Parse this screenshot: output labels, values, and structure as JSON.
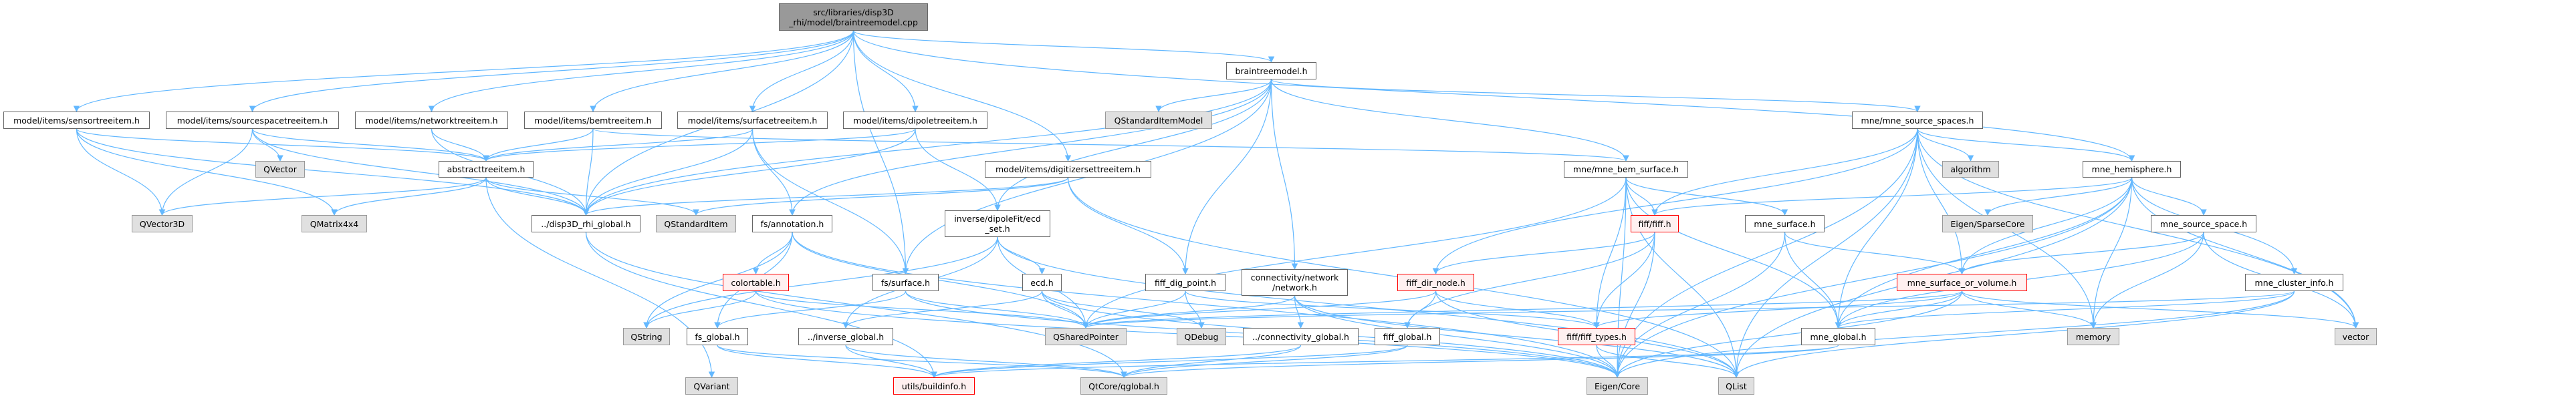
{
  "title": "src/libraries/disp3D_rhi/model/braintreemodel.cpp",
  "colors": {
    "edge": "#63b8ff",
    "root_fill": "#999999",
    "external_fill": "#e0e0e0",
    "truncated_border": "#ff0000",
    "truncated_fill": "#fff0f0"
  },
  "nodes": [
    {
      "id": "root",
      "label": "src/libraries/disp3D\n_rhi/model/braintreemodel.cpp",
      "kind": "root"
    },
    {
      "id": "sensor",
      "label": "model/items/sensortreeitem.h",
      "kind": "normal"
    },
    {
      "id": "sourcespace",
      "label": "model/items/sourcespacetreeitem.h",
      "kind": "normal"
    },
    {
      "id": "network",
      "label": "model/items/networktreeitem.h",
      "kind": "normal"
    },
    {
      "id": "bem",
      "label": "model/items/bemtreeitem.h",
      "kind": "normal"
    },
    {
      "id": "surface",
      "label": "model/items/surfacetreeitem.h",
      "kind": "normal"
    },
    {
      "id": "dipole",
      "label": "model/items/dipoletreeitem.h",
      "kind": "normal"
    },
    {
      "id": "qsim",
      "label": "QStandardItemModel",
      "kind": "external"
    },
    {
      "id": "btm",
      "label": "braintreemodel.h",
      "kind": "normal"
    },
    {
      "id": "mss",
      "label": "mne/mne_source_spaces.h",
      "kind": "normal"
    },
    {
      "id": "abstract",
      "label": "abstracttreeitem.h",
      "kind": "normal"
    },
    {
      "id": "qvector",
      "label": "QVector",
      "kind": "external"
    },
    {
      "id": "digitizer",
      "label": "model/items/digitizersettreeitem.h",
      "kind": "normal"
    },
    {
      "id": "mbs",
      "label": "mne/mne_bem_surface.h",
      "kind": "normal"
    },
    {
      "id": "algorithm",
      "label": "algorithm",
      "kind": "external"
    },
    {
      "id": "hemi",
      "label": "mne_hemisphere.h",
      "kind": "normal"
    },
    {
      "id": "qvector3d",
      "label": "QVector3D",
      "kind": "external"
    },
    {
      "id": "qmatrix",
      "label": "QMatrix4x4",
      "kind": "external"
    },
    {
      "id": "d3global",
      "label": "../disp3D_rhi_global.h",
      "kind": "normal"
    },
    {
      "id": "qstditem",
      "label": "QStandardItem",
      "kind": "external"
    },
    {
      "id": "annot",
      "label": "fs/annotation.h",
      "kind": "normal"
    },
    {
      "id": "ecdset",
      "label": "inverse/dipoleFit/ecd\n_set.h",
      "kind": "normal"
    },
    {
      "id": "fiff",
      "label": "fiff/fiff.h",
      "kind": "truncated"
    },
    {
      "id": "mnesurf",
      "label": "mne_surface.h",
      "kind": "normal"
    },
    {
      "id": "sparse",
      "label": "Eigen/SparseCore",
      "kind": "external"
    },
    {
      "id": "msspace",
      "label": "mne_source_space.h",
      "kind": "normal"
    },
    {
      "id": "colortable",
      "label": "colortable.h",
      "kind": "truncated"
    },
    {
      "id": "fssurface",
      "label": "fs/surface.h",
      "kind": "normal"
    },
    {
      "id": "ecd",
      "label": "ecd.h",
      "kind": "normal"
    },
    {
      "id": "digpoint",
      "label": "fiff_dig_point.h",
      "kind": "normal"
    },
    {
      "id": "connnet",
      "label": "connectivity/network\n/network.h",
      "kind": "normal"
    },
    {
      "id": "dirnode",
      "label": "fiff_dir_node.h",
      "kind": "truncated"
    },
    {
      "id": "msov",
      "label": "mne_surface_or_volume.h",
      "kind": "truncated"
    },
    {
      "id": "cluster",
      "label": "mne_cluster_info.h",
      "kind": "normal"
    },
    {
      "id": "qstring",
      "label": "QString",
      "kind": "external"
    },
    {
      "id": "fsglobal",
      "label": "fs_global.h",
      "kind": "normal"
    },
    {
      "id": "invglobal",
      "label": "../inverse_global.h",
      "kind": "normal"
    },
    {
      "id": "qshared",
      "label": "QSharedPointer",
      "kind": "external"
    },
    {
      "id": "qdebug",
      "label": "QDebug",
      "kind": "external"
    },
    {
      "id": "connglobal",
      "label": "../connectivity_global.h",
      "kind": "normal"
    },
    {
      "id": "fiffglobal",
      "label": "fiff_global.h",
      "kind": "normal"
    },
    {
      "id": "fifftypes",
      "label": "fiff/fiff_types.h",
      "kind": "truncated"
    },
    {
      "id": "mneglobal",
      "label": "mne_global.h",
      "kind": "normal"
    },
    {
      "id": "memory",
      "label": "memory",
      "kind": "external"
    },
    {
      "id": "vector",
      "label": "vector",
      "kind": "external"
    },
    {
      "id": "qvariant",
      "label": "QVariant",
      "kind": "external"
    },
    {
      "id": "buildinfo",
      "label": "utils/buildinfo.h",
      "kind": "truncated"
    },
    {
      "id": "qglobal",
      "label": "QtCore/qglobal.h",
      "kind": "external"
    },
    {
      "id": "eigencore",
      "label": "Eigen/Core",
      "kind": "external"
    },
    {
      "id": "qlist",
      "label": "QList",
      "kind": "external"
    }
  ],
  "edges": [
    [
      "root",
      "sensor"
    ],
    [
      "root",
      "sourcespace"
    ],
    [
      "root",
      "network"
    ],
    [
      "root",
      "bem"
    ],
    [
      "root",
      "surface"
    ],
    [
      "root",
      "dipole"
    ],
    [
      "root",
      "digitizer"
    ],
    [
      "root",
      "btm"
    ],
    [
      "root",
      "hemi"
    ],
    [
      "root",
      "fssurface"
    ],
    [
      "root",
      "d3global"
    ],
    [
      "sensor",
      "qvector3d"
    ],
    [
      "sensor",
      "qmatrix"
    ],
    [
      "sensor",
      "abstract"
    ],
    [
      "sensor",
      "d3global"
    ],
    [
      "sourcespace",
      "qvector3d"
    ],
    [
      "sourcespace",
      "qvector"
    ],
    [
      "sourcespace",
      "abstract"
    ],
    [
      "sourcespace",
      "d3global"
    ],
    [
      "network",
      "abstract"
    ],
    [
      "network",
      "d3global"
    ],
    [
      "bem",
      "abstract"
    ],
    [
      "bem",
      "d3global"
    ],
    [
      "bem",
      "mbs"
    ],
    [
      "surface",
      "abstract"
    ],
    [
      "surface",
      "d3global"
    ],
    [
      "surface",
      "annot"
    ],
    [
      "surface",
      "fssurface"
    ],
    [
      "dipole",
      "abstract"
    ],
    [
      "dipole",
      "d3global"
    ],
    [
      "dipole",
      "ecdset"
    ],
    [
      "digitizer",
      "d3global"
    ],
    [
      "digitizer",
      "qstditem"
    ],
    [
      "digitizer",
      "digpoint"
    ],
    [
      "digitizer",
      "qlist"
    ],
    [
      "abstract",
      "qvector3d"
    ],
    [
      "abstract",
      "qmatrix"
    ],
    [
      "abstract",
      "d3global"
    ],
    [
      "abstract",
      "qstditem"
    ],
    [
      "abstract",
      "qvariant"
    ],
    [
      "d3global",
      "buildinfo"
    ],
    [
      "d3global",
      "qglobal"
    ],
    [
      "btm",
      "qsim"
    ],
    [
      "btm",
      "d3global"
    ],
    [
      "btm",
      "annot"
    ],
    [
      "btm",
      "ecdset"
    ],
    [
      "btm",
      "fssurface"
    ],
    [
      "btm",
      "digpoint"
    ],
    [
      "btm",
      "connnet"
    ],
    [
      "btm",
      "mbs"
    ],
    [
      "btm",
      "mss"
    ],
    [
      "annot",
      "qstring"
    ],
    [
      "annot",
      "colortable"
    ],
    [
      "annot",
      "fsglobal"
    ],
    [
      "annot",
      "qshared"
    ],
    [
      "annot",
      "eigencore"
    ],
    [
      "colortable",
      "qstring"
    ],
    [
      "colortable",
      "qshared"
    ],
    [
      "colortable",
      "eigencore"
    ],
    [
      "fssurface",
      "fsglobal"
    ],
    [
      "fssurface",
      "qshared"
    ],
    [
      "fssurface",
      "eigencore"
    ],
    [
      "ecdset",
      "ecd"
    ],
    [
      "ecdset",
      "qshared"
    ],
    [
      "ecdset",
      "invglobal"
    ],
    [
      "ecdset",
      "qstring"
    ],
    [
      "ecdset",
      "qlist"
    ],
    [
      "ecd",
      "invglobal"
    ],
    [
      "ecd",
      "qshared"
    ],
    [
      "ecd",
      "qdebug"
    ],
    [
      "ecd",
      "eigencore"
    ],
    [
      "digpoint",
      "qshared"
    ],
    [
      "digpoint",
      "qdebug"
    ],
    [
      "digpoint",
      "fifftypes"
    ],
    [
      "fsglobal",
      "buildinfo"
    ],
    [
      "fsglobal",
      "qglobal"
    ],
    [
      "invglobal",
      "buildinfo"
    ],
    [
      "invglobal",
      "qglobal"
    ],
    [
      "connnet",
      "connglobal"
    ],
    [
      "connnet",
      "qshared"
    ],
    [
      "connnet",
      "eigencore"
    ],
    [
      "connnet",
      "qlist"
    ],
    [
      "connglobal",
      "buildinfo"
    ],
    [
      "connglobal",
      "qglobal"
    ],
    [
      "mbs",
      "fiff"
    ],
    [
      "mbs",
      "mnesurf"
    ],
    [
      "mbs",
      "mneglobal"
    ],
    [
      "mbs",
      "eigencore"
    ],
    [
      "mbs",
      "qlist"
    ],
    [
      "mbs",
      "fifftypes"
    ],
    [
      "mbs",
      "qshared"
    ],
    [
      "fiff",
      "dirnode"
    ],
    [
      "fiff",
      "fiffglobal"
    ],
    [
      "fiff",
      "fifftypes"
    ],
    [
      "fiff",
      "eigencore"
    ],
    [
      "dirnode",
      "fifftypes"
    ],
    [
      "dirnode",
      "fiffglobal"
    ],
    [
      "dirnode",
      "qshared"
    ],
    [
      "dirnode",
      "qlist"
    ],
    [
      "fiffglobal",
      "buildinfo"
    ],
    [
      "fiffglobal",
      "qglobal"
    ],
    [
      "fifftypes",
      "eigencore"
    ],
    [
      "fifftypes",
      "qlist"
    ],
    [
      "mnesurf",
      "mneglobal"
    ],
    [
      "mnesurf",
      "eigencore"
    ],
    [
      "mnesurf",
      "msov"
    ],
    [
      "mneglobal",
      "buildinfo"
    ],
    [
      "mneglobal",
      "qglobal"
    ],
    [
      "mss",
      "dirnode"
    ],
    [
      "mss",
      "fiff"
    ],
    [
      "mss",
      "mneglobal"
    ],
    [
      "mss",
      "algorithm"
    ],
    [
      "mss",
      "hemi"
    ],
    [
      "mss",
      "memory"
    ],
    [
      "mss",
      "vector"
    ],
    [
      "mss",
      "qlist"
    ],
    [
      "mss",
      "eigencore"
    ],
    [
      "mss",
      "msov"
    ],
    [
      "hemi",
      "fiff"
    ],
    [
      "hemi",
      "sparse"
    ],
    [
      "hemi",
      "msspace"
    ],
    [
      "hemi",
      "cluster"
    ],
    [
      "hemi",
      "vector"
    ],
    [
      "hemi",
      "memory"
    ],
    [
      "hemi",
      "msov"
    ],
    [
      "hemi",
      "eigencore"
    ],
    [
      "hemi",
      "qlist"
    ],
    [
      "hemi",
      "mneglobal"
    ],
    [
      "msspace",
      "msov"
    ],
    [
      "msspace",
      "mneglobal"
    ],
    [
      "msspace",
      "memory"
    ],
    [
      "msspace",
      "vector"
    ],
    [
      "msov",
      "mneglobal"
    ],
    [
      "msov",
      "memory"
    ],
    [
      "msov",
      "vector"
    ],
    [
      "msov",
      "fifftypes"
    ],
    [
      "msov",
      "qshared"
    ],
    [
      "msov",
      "eigencore"
    ],
    [
      "cluster",
      "mneglobal"
    ],
    [
      "cluster",
      "eigencore"
    ],
    [
      "cluster",
      "qlist"
    ],
    [
      "cluster",
      "qshared"
    ]
  ]
}
